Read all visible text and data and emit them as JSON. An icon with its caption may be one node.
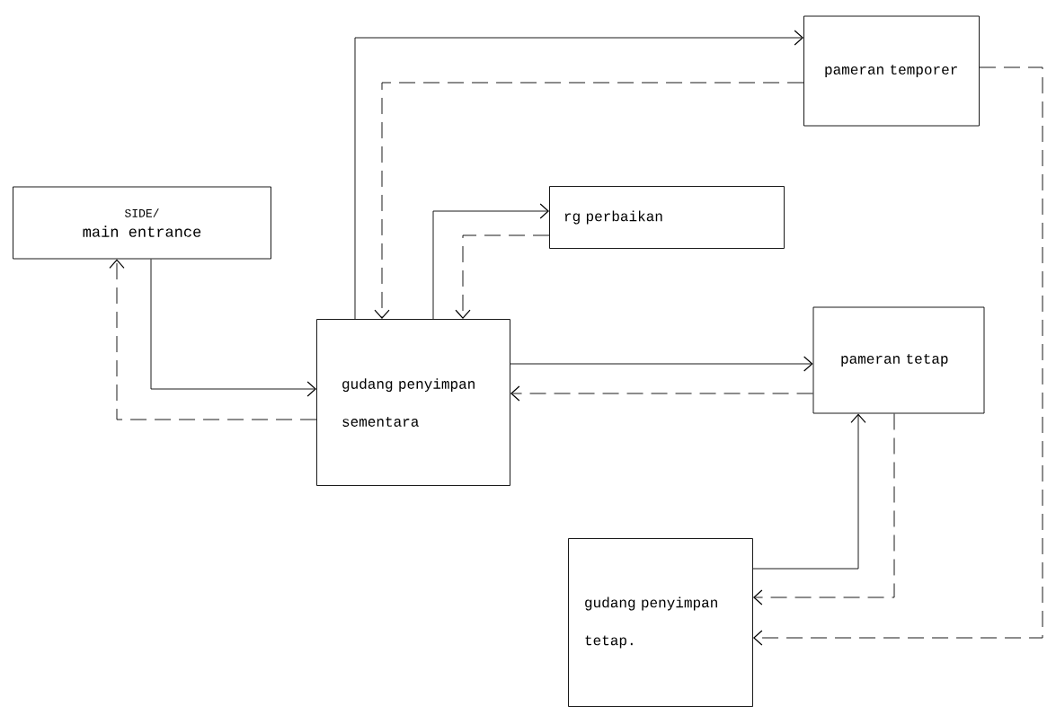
{
  "diagram": {
    "nodes": [
      {
        "text": [
          "SIDE/",
          "main entrance"
        ]
      },
      {
        "text": [
          "gudang penyimpan sementara"
        ]
      },
      {
        "text": [
          "pameran temporer"
        ]
      },
      {
        "text": [
          "rg perbaikan"
        ]
      },
      {
        "text": [
          "pameran tetap"
        ]
      },
      {
        "text": [
          "gudang penyimpan tetap."
        ]
      }
    ],
    "edges": [
      {
        "from": 0,
        "to": 1,
        "arrow": "to"
      },
      {
        "from": 1,
        "to": 0,
        "arrow": "to",
        "style": "dashed"
      },
      {
        "from": 1,
        "to": 2,
        "arrow": "to"
      },
      {
        "from": 2,
        "to": 1,
        "arrow": "to",
        "style": "dashed"
      },
      {
        "from": 1,
        "to": 3,
        "arrow": "to"
      },
      {
        "from": 3,
        "to": 1,
        "arrow": "to",
        "style": "dashed"
      },
      {
        "from": 1,
        "to": 4,
        "arrow": "to"
      },
      {
        "from": 4,
        "to": 1,
        "arrow": "to",
        "style": "dashed"
      },
      {
        "from": 5,
        "to": 4,
        "arrow": "to"
      },
      {
        "from": 4,
        "to": 5,
        "arrow": "to",
        "style": "dashed"
      },
      {
        "from": 2,
        "to": 5,
        "arrow": "to",
        "style": "dashed"
      }
    ]
  }
}
